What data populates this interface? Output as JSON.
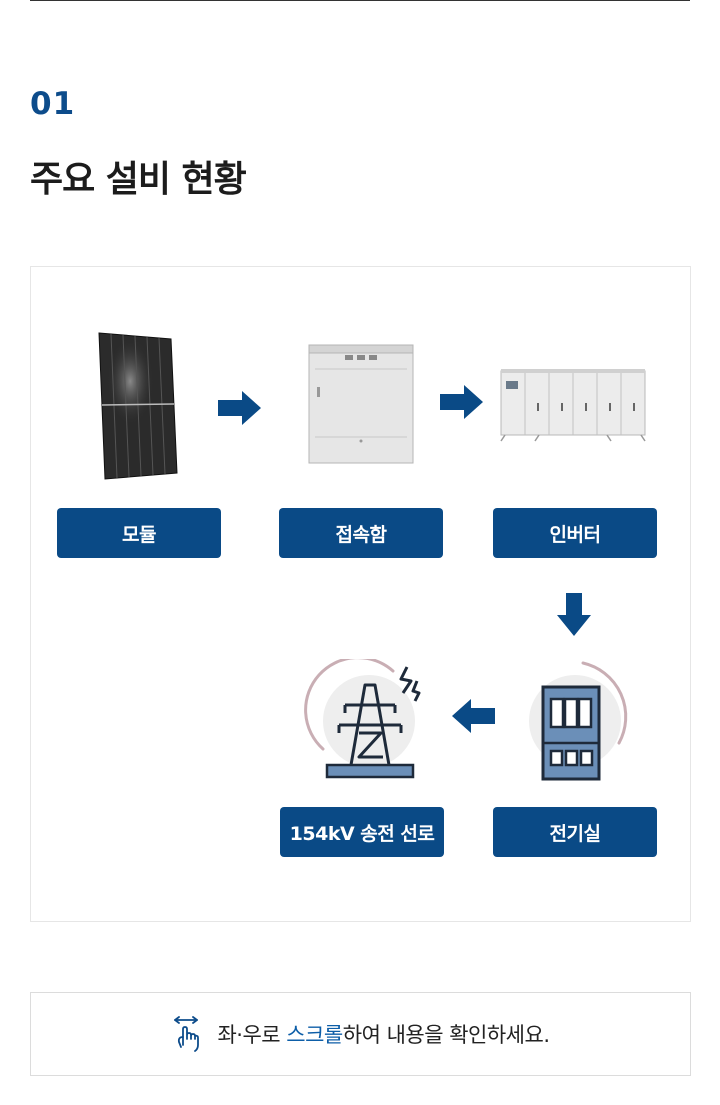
{
  "section": {
    "number": "01",
    "title": "주요 설비 현황"
  },
  "diagram": {
    "nodes": [
      {
        "id": "module",
        "label": "모듈",
        "icon": "solar-panel-icon"
      },
      {
        "id": "junction",
        "label": "접속함",
        "icon": "junction-box-icon"
      },
      {
        "id": "inverter",
        "label": "인버터",
        "icon": "inverter-icon"
      },
      {
        "id": "electric",
        "label": "전기실",
        "icon": "electrical-room-icon"
      },
      {
        "id": "line",
        "label": "154kV 송전 선로",
        "icon": "transmission-tower-icon"
      }
    ],
    "edges": [
      {
        "from": "module",
        "to": "junction"
      },
      {
        "from": "junction",
        "to": "inverter"
      },
      {
        "from": "inverter",
        "to": "electric"
      },
      {
        "from": "electric",
        "to": "line"
      }
    ],
    "colors": {
      "accent": "#0a4a86",
      "panel": "#2b2b2b",
      "box": "#e9e9e9",
      "meter": "#6b8fb8"
    }
  },
  "note": {
    "icon": "horizontal-scroll-hand-icon",
    "before": "좌·우로 ",
    "highlight": "스크롤",
    "after": "하여 내용을 확인하세요."
  }
}
